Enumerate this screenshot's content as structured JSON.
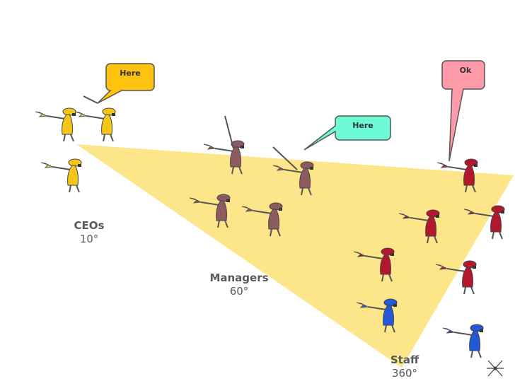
{
  "groups": [
    {
      "title": "CEOs",
      "angle": "10°"
    },
    {
      "title": "Managers",
      "angle": "60°"
    },
    {
      "title": "Staff",
      "angle": "360°"
    }
  ],
  "bubbles": [
    {
      "text": "Here"
    },
    {
      "text": "Here"
    },
    {
      "text": "Ok"
    }
  ],
  "colors": {
    "wedge": "#fde68a",
    "ceo": "#f5c518",
    "manager": "#8d5a5f",
    "staff_red": "#b3172d",
    "staff_blue": "#2358d6",
    "bubble_yellow": "#ffc20e",
    "bubble_teal": "#6dfbd6",
    "bubble_pink": "#ff9aa8"
  },
  "icons": [
    "pointing-figure-icon",
    "speech-bubble-icon",
    "sparkle-icon"
  ]
}
